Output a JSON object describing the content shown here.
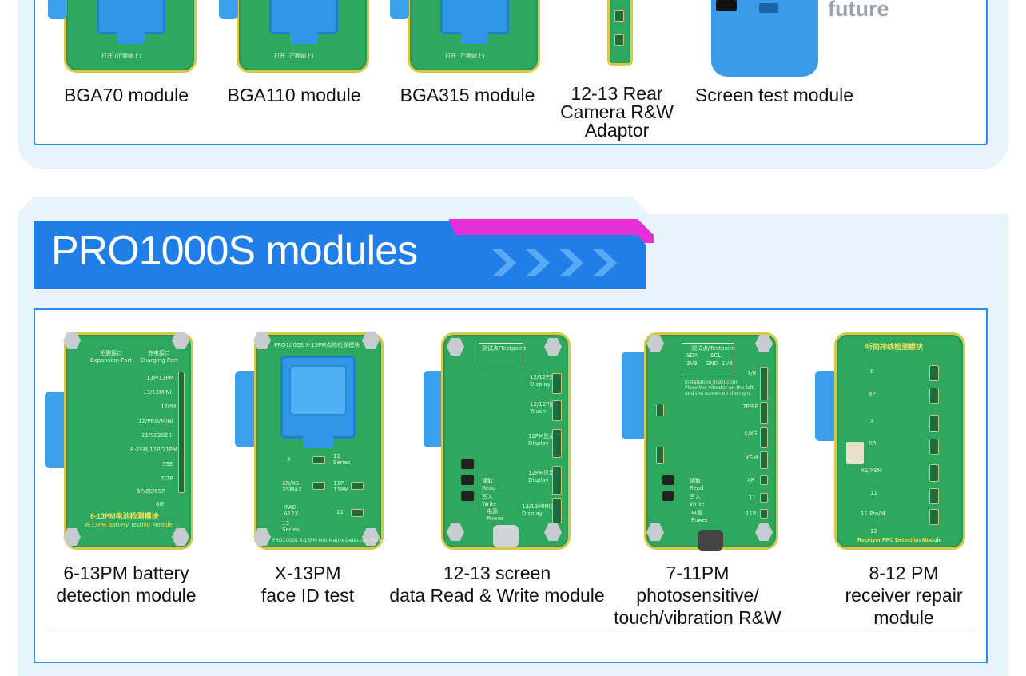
{
  "top_section": {
    "modules": [
      {
        "label": "BGA70 module"
      },
      {
        "label": "BGA110 module"
      },
      {
        "label": "BGA315 module"
      },
      {
        "label": "12-13 Rear\nCamera R&W\nAdaptor"
      },
      {
        "label": "Screen test module"
      }
    ],
    "future_text": "future"
  },
  "pro_section": {
    "title": "PRO1000S modules",
    "modules": [
      {
        "label": "6-13PM battery\ndetection module"
      },
      {
        "label": "X-13PM\nface ID test"
      },
      {
        "label": "12-13 screen\ndata Read & Write module"
      },
      {
        "label": "7-11PM\nphotosensitive/\ntouch/vibration R&W"
      },
      {
        "label": "8-12 PM\nreceiver repair\nmodule"
      }
    ]
  },
  "board_text": {
    "battery_title": "6-13PM电池检测模块",
    "battery_sub": "6-13PM Battery Testing Module",
    "battery_ports": [
      "拓展接口\nExpansion Port",
      "充电接口\nCharging Port"
    ],
    "battery_models": [
      "13P/13PM",
      "13/13MINI",
      "12PM",
      "12/PRO/MINI",
      "11/SE2020",
      "8-XSM/11P/11PM",
      "5SE",
      "7/7P",
      "6P/6S/6SP",
      "6G"
    ],
    "faceid_title": "PRO1000S  X-13PM点阵检测模块",
    "faceid_footer": "PRO1000S X-13PM Dot Matrix Detection Module",
    "faceid_labels": [
      "X",
      "12\nSeries",
      "XR/XS\nXSMAX",
      "11P\n11PM",
      "IPAD\nA12X",
      "11",
      "13\nSeries"
    ],
    "screen_testpoint": "测试点/Testpoint",
    "screen_labels": [
      "12/12P显示\nDisplay",
      "12/12P触摸\nTouch",
      "12PM显示\nDisplay",
      "12PM显示\nDisplay",
      "13/13MINI显示\nDisplay"
    ],
    "screen_rw": [
      "读取\nRead",
      "写入\nWrite",
      "电源\nPower"
    ],
    "photo_testpoint": "测试点/Testpoint",
    "photo_signals": [
      "SDA",
      "SCL",
      "3V3",
      "GND",
      "1V8"
    ],
    "photo_instr": "Installation Instruction\nPlace the vibrator on the left\nand the screen on the right",
    "photo_models": [
      "7/8",
      "7P/8P",
      "X/XS",
      "XSM",
      "XR",
      "11",
      "11P"
    ],
    "photo_rw": [
      "读取\nRead",
      "写入\nWrite",
      "电源\nPower"
    ],
    "receiver_title": "听筒排线检测模块",
    "receiver_footer": "Receiver FPC Detection Module",
    "receiver_models": [
      "8",
      "8P",
      "X",
      "XR",
      "XS/XSM",
      "11",
      "11 Pro/M",
      "12"
    ]
  },
  "colors": {
    "accent_blue": "#1f7ee8",
    "banner_magenta": "#e52fd8",
    "board_green": "#2ea85f",
    "frame_light": "#e8f4fc"
  }
}
